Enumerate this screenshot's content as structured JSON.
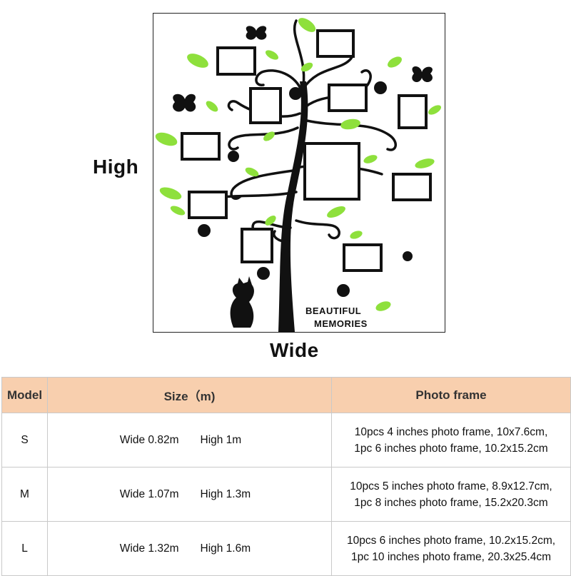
{
  "diagram": {
    "high_label": "High",
    "wide_label": "Wide",
    "decal_text_line1": "BEAUTIFUL",
    "decal_text_line2": "MEMORIES"
  },
  "colors": {
    "header_bg": "#f8cfae",
    "leaf_green": "#8ee03c",
    "decal_black": "#111111"
  },
  "table": {
    "headers": {
      "model": "Model",
      "size": "Size（m)",
      "photo_frame": "Photo frame"
    },
    "rows": [
      {
        "model": "S",
        "wide": "Wide 0.82m",
        "high": "High 1m",
        "frame_line1": "10pcs 4 inches photo frame, 10x7.6cm,",
        "frame_line2": "1pc 6 inches photo frame, 10.2x15.2cm"
      },
      {
        "model": "M",
        "wide": "Wide 1.07m",
        "high": "High 1.3m",
        "frame_line1": "10pcs 5 inches photo frame, 8.9x12.7cm,",
        "frame_line2": "1pc 8 inches photo frame, 15.2x20.3cm"
      },
      {
        "model": "L",
        "wide": "Wide 1.32m",
        "high": "High 1.6m",
        "frame_line1": "10pcs 6 inches photo frame, 10.2x15.2cm,",
        "frame_line2": "1pc 10 inches photo frame, 20.3x25.4cm"
      }
    ]
  }
}
